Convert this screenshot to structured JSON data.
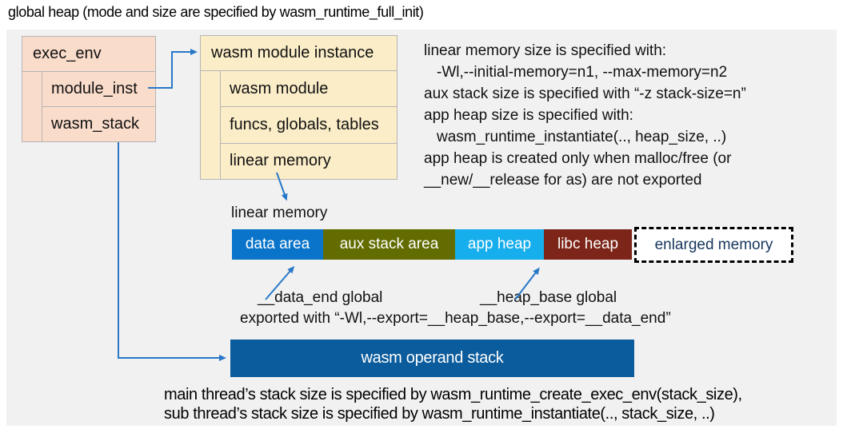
{
  "title": "global heap (mode and size are specified by wasm_runtime_full_init)",
  "exec_env_box": {
    "header": "exec_env",
    "rows": [
      "module_inst",
      "wasm_stack"
    ]
  },
  "module_instance_box": {
    "header": "wasm module instance",
    "rows": [
      "wasm module",
      "funcs, globals, tables",
      "linear memory"
    ]
  },
  "notes_top": {
    "lines": [
      "linear memory size is specified with:",
      "-Wl,--initial-memory=n1, --max-memory=n2",
      "aux stack size is specified with “-z stack-size=n”",
      "app heap size is specified with:",
      "wasm_runtime_instantiate(.., heap_size, ..)",
      "app heap is created only when malloc/free (or",
      "__new/__release for as) are not exported"
    ]
  },
  "linear_memory": {
    "label": "linear memory",
    "segments": [
      {
        "label": "data area",
        "color": "#0974C9"
      },
      {
        "label": "aux stack area",
        "color": "#626C00"
      },
      {
        "label": "app heap",
        "color": "#16AEEC"
      },
      {
        "label": "libc heap",
        "color": "#7C2518"
      }
    ],
    "enlarged": {
      "label": "enlarged memory",
      "text_color": "#17365D"
    }
  },
  "annotations": {
    "data_end": "__data_end global",
    "heap_base": "__heap_base global",
    "exported": "exported with “-Wl,--export=__heap_base,--export=__data_end”"
  },
  "operand_stack": {
    "label": "wasm operand stack",
    "color": "#0B5C9C"
  },
  "notes_bottom": {
    "lines": [
      "main thread’s stack size is specified by wasm_runtime_create_exec_env(stack_size),",
      "sub thread’s stack size is specified by wasm_runtime_instantiate(.., stack_size, ..)"
    ]
  },
  "colors": {
    "panel_background": "#F1F1F1",
    "exec_env_fill": "#FADCCB",
    "module_instance_fill": "#FBEDC8",
    "box_border": "#B5B5B5",
    "arrow_blue": "#2878C8",
    "data_area": "#0974C9",
    "aux_stack_area": "#626C00",
    "app_heap": "#16AEEC",
    "libc_heap": "#7C2518",
    "operand_stack": "#0B5C9C",
    "enlarged_memory_text": "#17365D"
  }
}
